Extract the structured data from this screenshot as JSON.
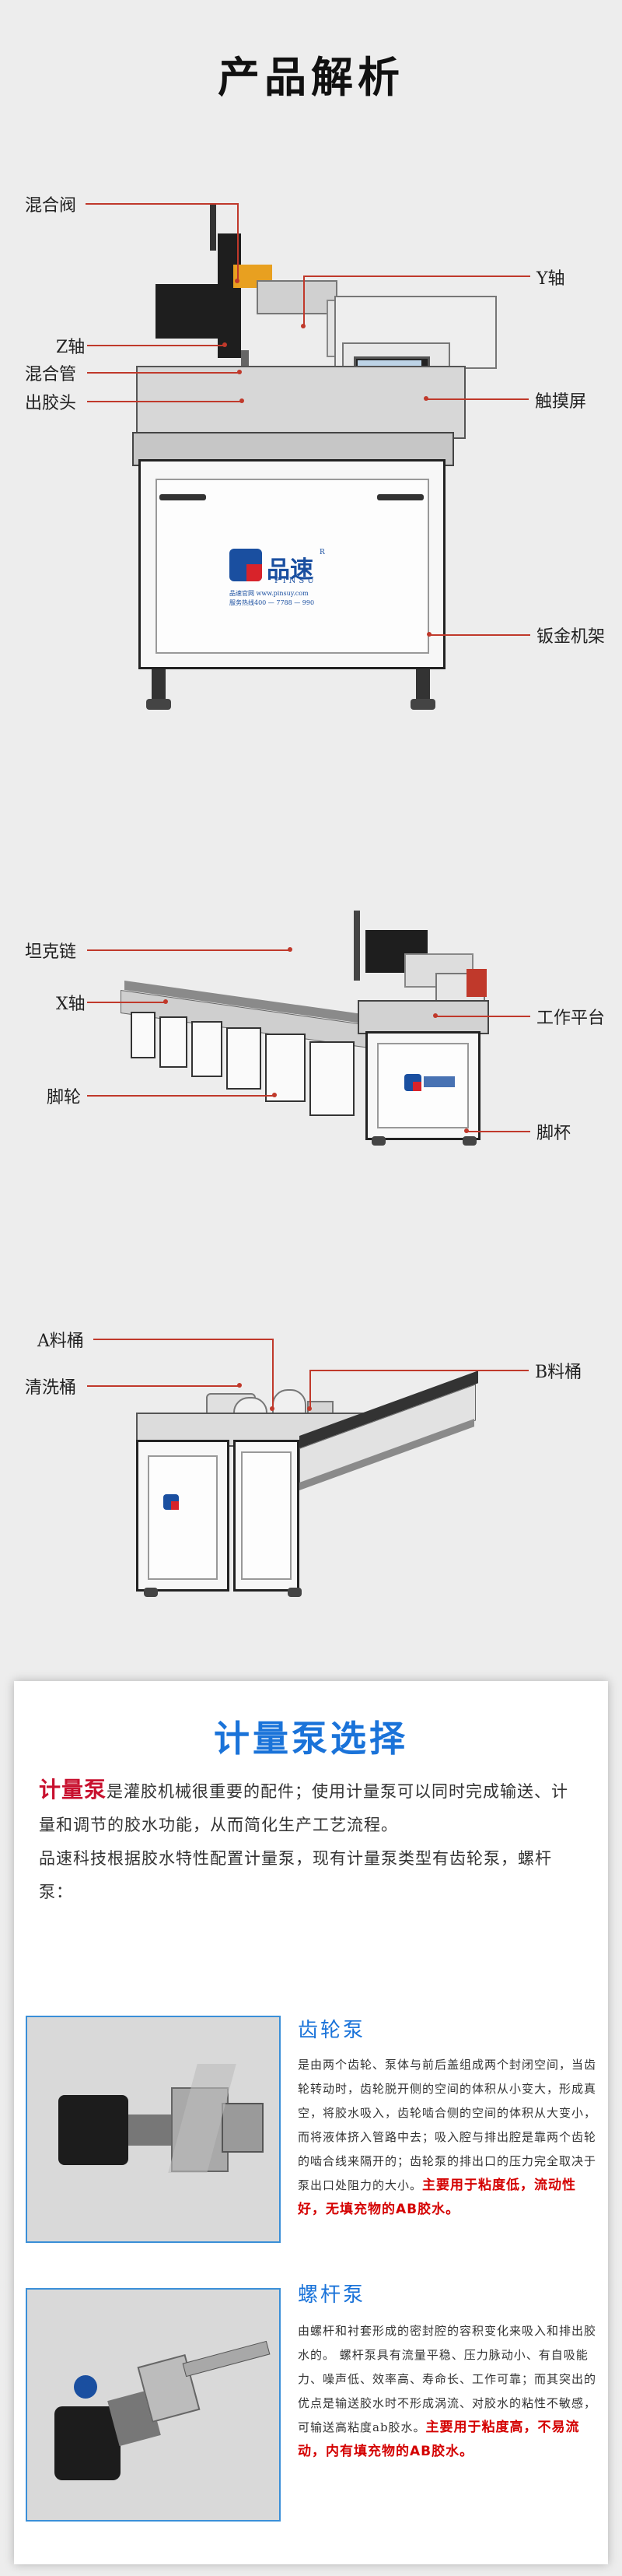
{
  "section1": {
    "title": "产品解析"
  },
  "labels": {
    "mix_valve": "混合阀",
    "z_axis": "Z轴",
    "mix_tube": "混合管",
    "nozzle": "出胶头",
    "y_axis": "Y轴",
    "touchscreen": "触摸屏",
    "sheet_metal_frame": "钣金机架",
    "tank_chain": "坦克链",
    "x_axis": "X轴",
    "caster": "脚轮",
    "work_platform": "工作平台",
    "foot_cup": "脚杯",
    "a_barrel": "A料桶",
    "clean_barrel": "清洗桶",
    "b_barrel": "B料桶"
  },
  "brand": {
    "name_cn": "品速",
    "name_en": "PINSU",
    "site_line": "品速官网 www.pinsuy.com",
    "hotline": "服务热线400 — 7788 — 990",
    "registered": "R",
    "accent": "#1a4fa0",
    "accent2": "#d8232a"
  },
  "metering": {
    "title": "计量泵选择",
    "intro_highlight": "计量泵",
    "intro_rest": "是灌胶机械很重要的配件；使用计量泵可以同时完成输送、计量和调节的胶水功能，从而简化生产工艺流程。",
    "intro_2": "品速科技根据胶水特性配置计量泵，现有计量泵类型有齿轮泵，螺杆泵：",
    "gear": {
      "title": "齿轮泵",
      "desc": "是由两个齿轮、泵体与前后盖组成两个封闭空间，当齿轮转动时，齿轮脱开侧的空间的体积从小变大，形成真空，将胶水吸入，齿轮啮合侧的空间的体积从大变小，而将液体挤入管路中去；吸入腔与排出腔是靠两个齿轮的啮合线来隔开的；齿轮泵的排出口的压力完全取决于泵出口处阻力的大小。",
      "note": "主要用于粘度低，流动性好，无填充物的AB胶水。"
    },
    "screw": {
      "title": "螺杆泵",
      "desc": "由螺杆和衬套形成的密封腔的容积变化来吸入和排出胶水的。 螺杆泵具有流量平稳、压力脉动小、有自吸能力、噪声低、效率高、寿命长、工作可靠；而其突出的优点是输送胶水时不形成涡流、对胶水的粘性不敏感，可输送高粘度ab胶水。",
      "note": "主要用于粘度高，不易流动，内有填充物的AB胶水。"
    }
  }
}
